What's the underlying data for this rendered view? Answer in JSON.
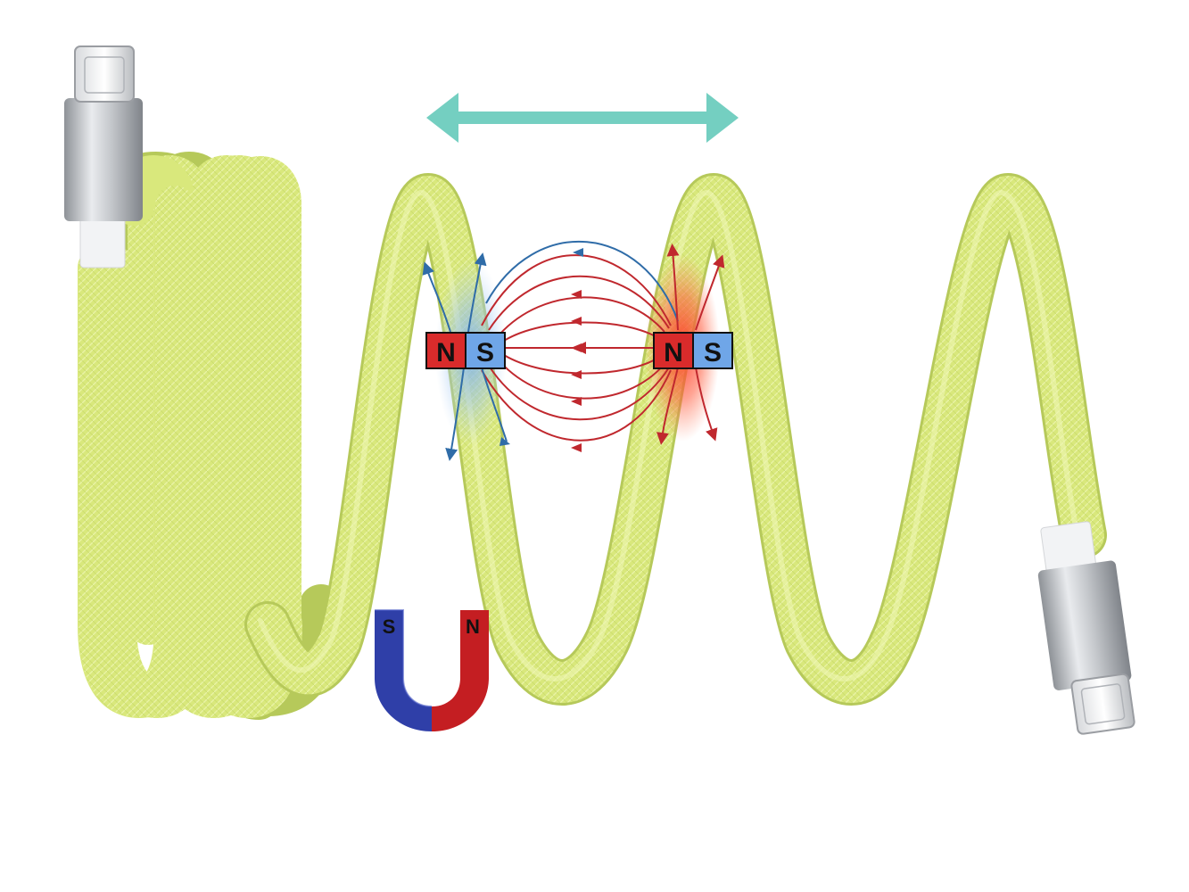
{
  "bar_magnets": [
    {
      "north": "N",
      "south": "S"
    },
    {
      "north": "N",
      "south": "S"
    }
  ],
  "horseshoe_magnet": {
    "south": "S",
    "north": "N"
  },
  "colors": {
    "cable": "#d9e87c",
    "cable_shade": "#b6c95a",
    "cable_highlight": "#eef6b4",
    "north_pole": "#d92b2b",
    "south_pole": "#6fa6e8",
    "field_line_red": "#c0282e",
    "field_line_blue": "#2f6ca8",
    "arrow": "#74cfc1",
    "connector_metal": "#c9ccd0",
    "horseshoe_blue": "#2f3fa8",
    "horseshoe_red": "#c41e22"
  },
  "icons": [
    "double-arrow-icon",
    "bar-magnet-icon",
    "horseshoe-magnet-icon",
    "usb-c-connector-icon"
  ]
}
